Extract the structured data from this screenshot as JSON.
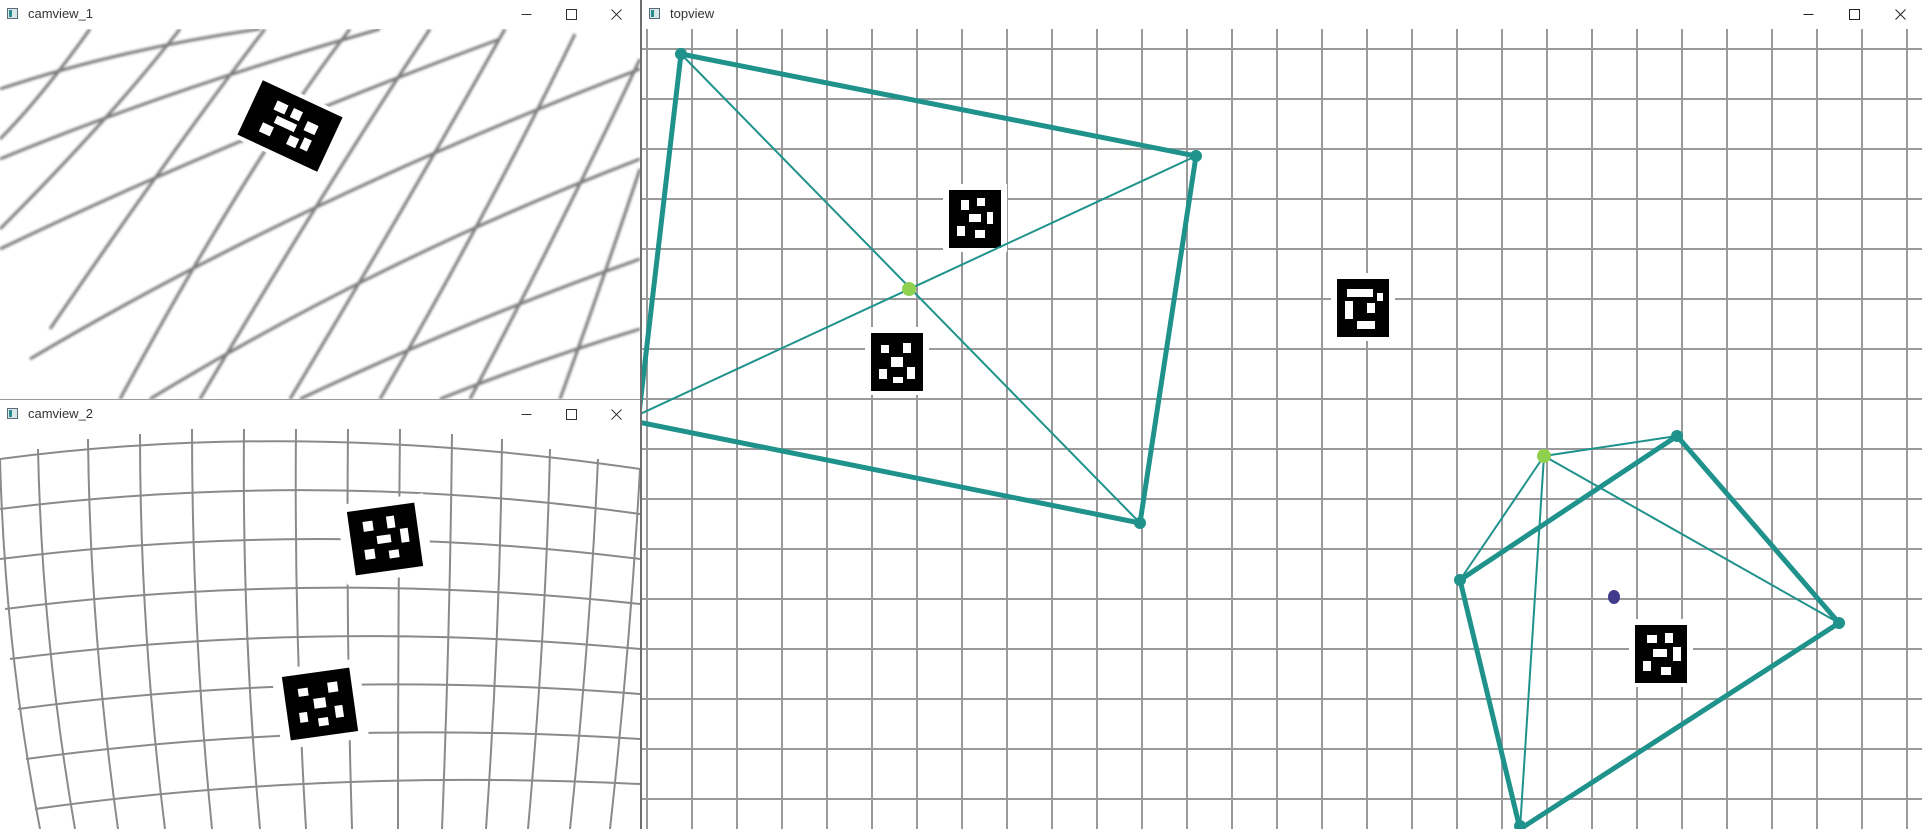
{
  "windows": {
    "cam1": {
      "title": "camview_1"
    },
    "cam2": {
      "title": "camview_2"
    },
    "top": {
      "title": "topview"
    }
  },
  "icons": {
    "app": "opencv-window-icon",
    "minimize": "minimize-icon",
    "maximize": "maximize-icon",
    "close": "close-icon"
  },
  "colors": {
    "teal": "#1f928c",
    "lime": "#8fd14f",
    "purple": "#413b8b",
    "grid": "#9a9a9a"
  }
}
